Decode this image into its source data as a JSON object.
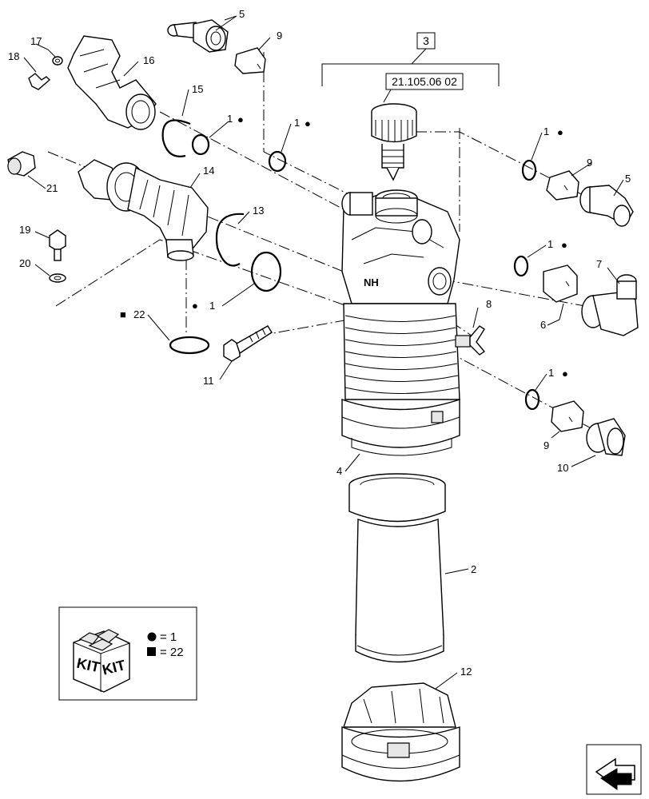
{
  "reference_box": "3",
  "reference_code": "21.105.06 02",
  "callouts": {
    "c1a": "1",
    "c1b": "1",
    "c1c": "1",
    "c1d": "1",
    "c1e": "1",
    "c1f": "1",
    "c2": "2",
    "c4": "4",
    "c5a": "5",
    "c5b": "5",
    "c6": "6",
    "c7": "7",
    "c8": "8",
    "c9a": "9",
    "c9b": "9",
    "c9c": "9",
    "c10": "10",
    "c11": "11",
    "c12": "12",
    "c13": "13",
    "c14": "14",
    "c15": "15",
    "c16": "16",
    "c17": "17",
    "c18": "18",
    "c19": "19",
    "c20": "20",
    "c21": "21",
    "c22": "22"
  },
  "housing_logo": "NH",
  "kit_legend": {
    "kit_label_1": "KIT",
    "kit_label_2": "KIT",
    "circle_eq": "= 1",
    "square_eq": "= 22"
  },
  "symbols": {
    "circle": "●",
    "square": "■"
  }
}
